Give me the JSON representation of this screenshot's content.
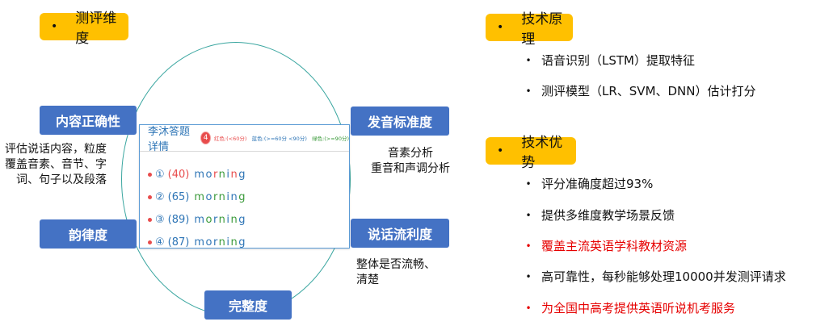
{
  "left_header": "测评维度",
  "dimensions": {
    "content": "内容正确性",
    "pronunciation": "发音标准度",
    "prosody": "韵律度",
    "fluency": "说话流利度",
    "completeness": "完整度"
  },
  "descriptions": {
    "content": [
      "评估说话内容，粒度",
      "覆盖音素、音节、字",
      "词、句子以及段落"
    ],
    "pronunciation": [
      "音素分析",
      "重音和声调分析"
    ],
    "fluency": [
      "整体是否流畅、",
      "清楚"
    ]
  },
  "card": {
    "title": "李沐答题详情",
    "badge": "4",
    "legend_red": "红色:(<60分)",
    "legend_blue": "蓝色:(>=60分 <90分)",
    "legend_green": "绿色:(>=90分)",
    "rows": [
      {
        "index": "①",
        "score": "(40)",
        "word": [
          "m",
          "o",
          "r",
          "n",
          "i",
          "n",
          "g"
        ]
      },
      {
        "index": "②",
        "score": "(65)",
        "word": [
          "m",
          "o",
          "r",
          "n",
          "i",
          "n",
          "g"
        ]
      },
      {
        "index": "③",
        "score": "(89)",
        "word": [
          "m",
          "o",
          "r",
          "n",
          "i",
          "n",
          "g"
        ]
      },
      {
        "index": "④",
        "score": "(87)",
        "word": [
          "m",
          "o",
          "r",
          "n",
          "i",
          "n",
          "g"
        ]
      }
    ]
  },
  "tech_principle": {
    "header": "技术原理",
    "items": [
      "语音识别（LSTM）提取特征",
      "测评模型（LR、SVM、DNN）估计打分"
    ]
  },
  "tech_advantage": {
    "header": "技术优势",
    "items": [
      {
        "text": "评分准确度超过93%",
        "highlight": false
      },
      {
        "text": "提供多维度教学场景反馈",
        "highlight": false
      },
      {
        "text": "覆盖主流英语学科教材资源",
        "highlight": true
      },
      {
        "text": "高可靠性，每秒能够处理10000并发测评请求",
        "highlight": false
      },
      {
        "text": "为全国中高考提供英语听说机考服务",
        "highlight": true
      }
    ]
  },
  "bullet_symbol": "•",
  "colors": {
    "pill": "#ffc000",
    "box": "#4472c4",
    "red": "#e60000",
    "circle": "#3aa6a0"
  }
}
